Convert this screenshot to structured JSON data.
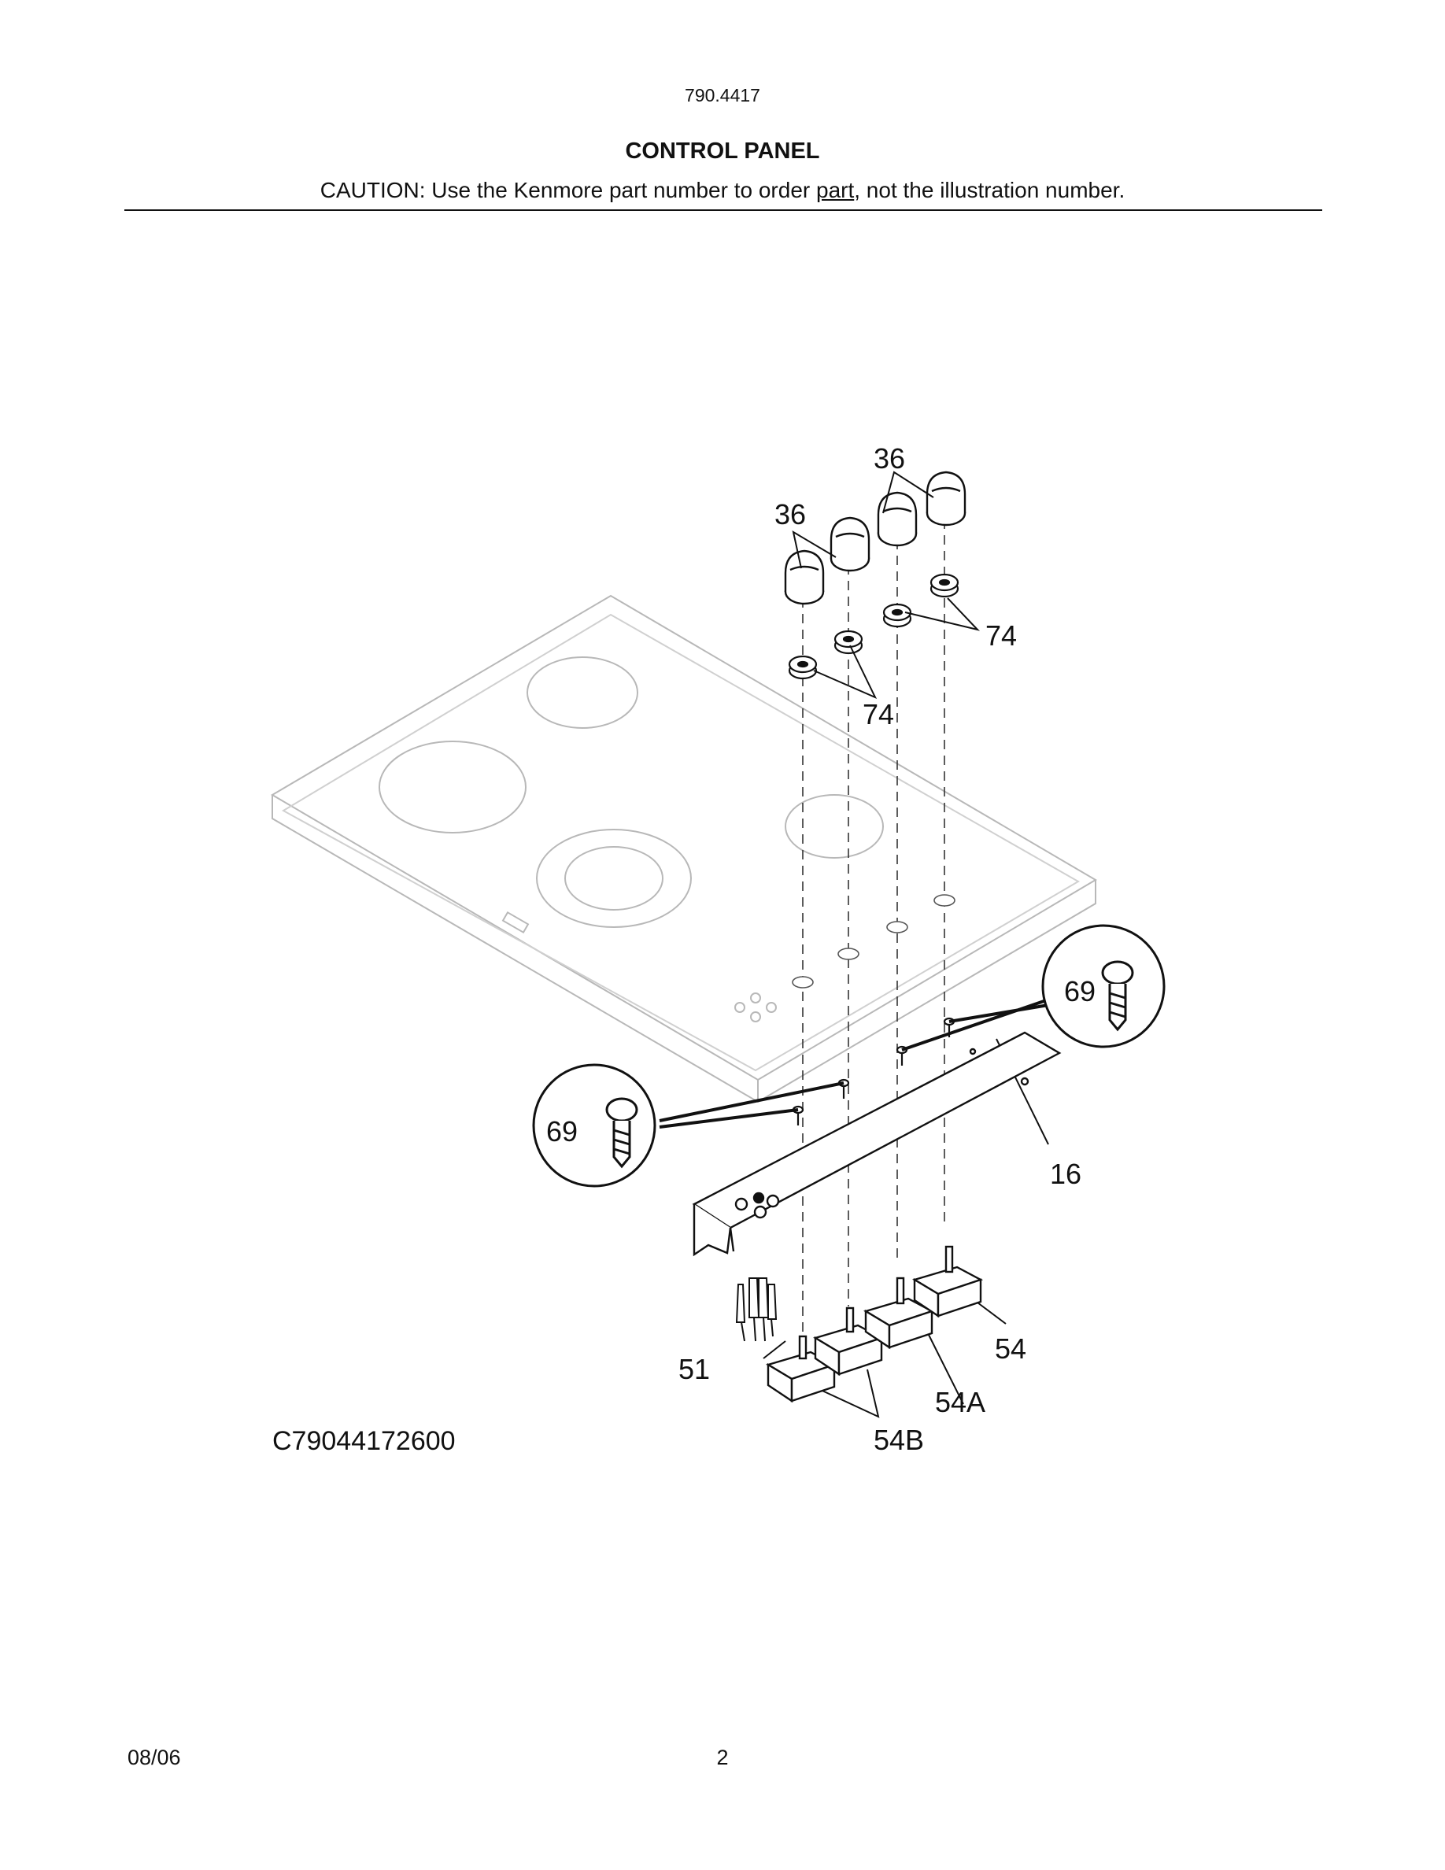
{
  "header": {
    "model": "790.4417",
    "title": "CONTROL PANEL",
    "caution_before": "CAUTION: Use the Kenmore part number to order ",
    "caution_underlined": "part",
    "caution_after": ", not the illustration number."
  },
  "diagram": {
    "callouts": {
      "knob_a": "36",
      "knob_b": "36",
      "bezel_a": "74",
      "bezel_b": "74",
      "screw_a": "69",
      "screw_b": "69",
      "bracket": "16",
      "lamp": "51",
      "switch": "54",
      "switch_a": "54A",
      "switch_b": "54B"
    },
    "drawing_code": "C79044172600"
  },
  "footer": {
    "date": "08/06",
    "page": "2"
  }
}
